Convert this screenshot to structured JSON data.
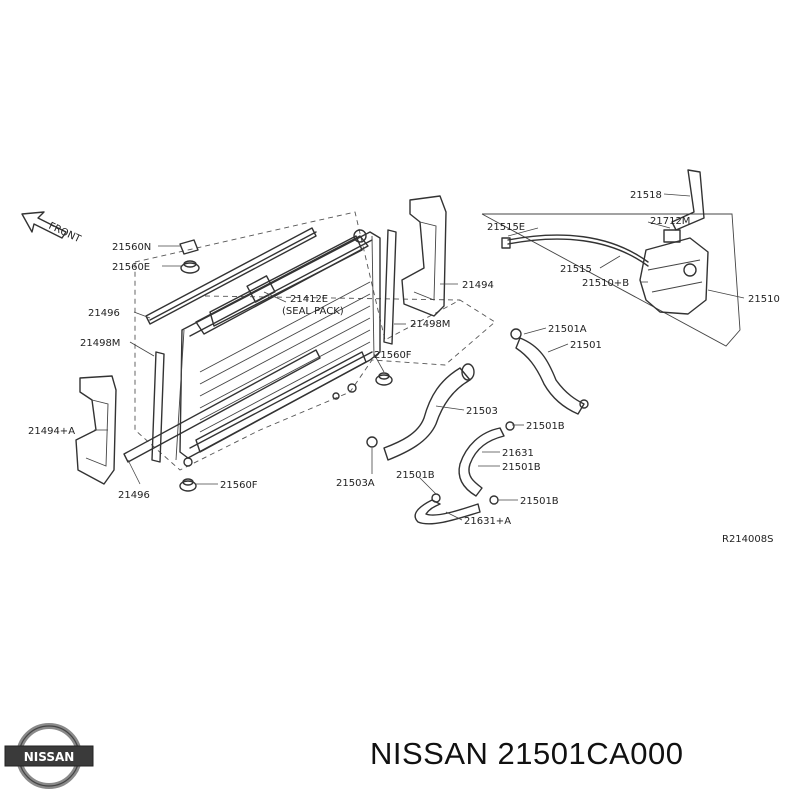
{
  "diagram": {
    "callouts": {
      "front": "FRONT",
      "p21560N": "21560N",
      "p21560E": "21560E",
      "p21496_top": "21496",
      "p21498M_left": "21498M",
      "p21494A": "21494+A",
      "p21496_bottom": "21496",
      "p21560F_bottom": "21560F",
      "p21412E": "21412E",
      "seal_pack": "(SEAL PACK)",
      "p21494": "21494",
      "p21498M_right": "21498M",
      "p21560F_right": "21560F",
      "p21518": "21518",
      "p21515E": "21515E",
      "p21712M": "21712M",
      "p21515": "21515",
      "p21510B": "21510+B",
      "p21510": "21510",
      "p21501A": "21501A",
      "p21501": "21501",
      "p21503": "21503",
      "p21503A": "21503A",
      "p21501B_1": "21501B",
      "p21631": "21631",
      "p21501B_2": "21501B",
      "p21501B_3": "21501B",
      "p21501B_4": "21501B",
      "p21631A": "21631+A",
      "ref": "R214008S"
    }
  },
  "footer": {
    "title": "NISSAN 21501CA000",
    "logo_text": "NISSAN"
  }
}
